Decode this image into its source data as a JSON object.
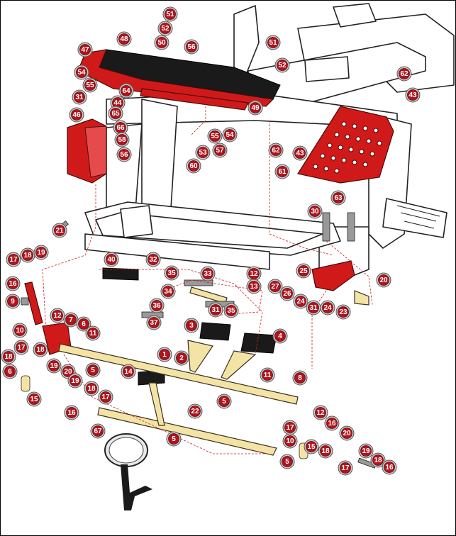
{
  "diagram": {
    "callouts": [
      {
        "label": "51"
      },
      {
        "label": "52"
      },
      {
        "label": "48"
      },
      {
        "label": "50"
      },
      {
        "label": "56"
      },
      {
        "label": "47"
      },
      {
        "label": "51"
      },
      {
        "label": "52"
      },
      {
        "label": "54"
      },
      {
        "label": "55"
      },
      {
        "label": "64"
      },
      {
        "label": "62"
      },
      {
        "label": "43"
      },
      {
        "label": "31"
      },
      {
        "label": "44"
      },
      {
        "label": "49"
      },
      {
        "label": "65"
      },
      {
        "label": "46"
      },
      {
        "label": "66"
      },
      {
        "label": "58"
      },
      {
        "label": "55"
      },
      {
        "label": "54"
      },
      {
        "label": "57"
      },
      {
        "label": "62"
      },
      {
        "label": "43"
      },
      {
        "label": "56"
      },
      {
        "label": "53"
      },
      {
        "label": "60"
      },
      {
        "label": "61"
      },
      {
        "label": "63"
      },
      {
        "label": "30"
      },
      {
        "label": "21"
      },
      {
        "label": "17"
      },
      {
        "label": "18"
      },
      {
        "label": "19"
      },
      {
        "label": "40"
      },
      {
        "label": "32"
      },
      {
        "label": "25"
      },
      {
        "label": "12"
      },
      {
        "label": "20"
      },
      {
        "label": "35"
      },
      {
        "label": "33"
      },
      {
        "label": "27"
      },
      {
        "label": "13"
      },
      {
        "label": "26"
      },
      {
        "label": "16"
      },
      {
        "label": "34"
      },
      {
        "label": "24"
      },
      {
        "label": "31"
      },
      {
        "label": "24"
      },
      {
        "label": "23"
      },
      {
        "label": "9"
      },
      {
        "label": "36"
      },
      {
        "label": "31"
      },
      {
        "label": "35"
      },
      {
        "label": "37"
      },
      {
        "label": "12"
      },
      {
        "label": "7"
      },
      {
        "label": "3"
      },
      {
        "label": "4"
      },
      {
        "label": "10"
      },
      {
        "label": "6"
      },
      {
        "label": "11"
      },
      {
        "label": "17"
      },
      {
        "label": "18"
      },
      {
        "label": "1"
      },
      {
        "label": "2"
      },
      {
        "label": "18"
      },
      {
        "label": "19"
      },
      {
        "label": "20"
      },
      {
        "label": "14"
      },
      {
        "label": "5"
      },
      {
        "label": "11"
      },
      {
        "label": "8"
      },
      {
        "label": "6"
      },
      {
        "label": "19"
      },
      {
        "label": "18"
      },
      {
        "label": "15"
      },
      {
        "label": "17"
      },
      {
        "label": "5"
      },
      {
        "label": "12"
      },
      {
        "label": "16"
      },
      {
        "label": "22"
      },
      {
        "label": "16"
      },
      {
        "label": "17"
      },
      {
        "label": "20"
      },
      {
        "label": "67"
      },
      {
        "label": "5"
      },
      {
        "label": "10"
      },
      {
        "label": "15"
      },
      {
        "label": "18"
      },
      {
        "label": "19"
      },
      {
        "label": "5"
      },
      {
        "label": "17"
      },
      {
        "label": "18"
      },
      {
        "label": "16"
      }
    ]
  }
}
